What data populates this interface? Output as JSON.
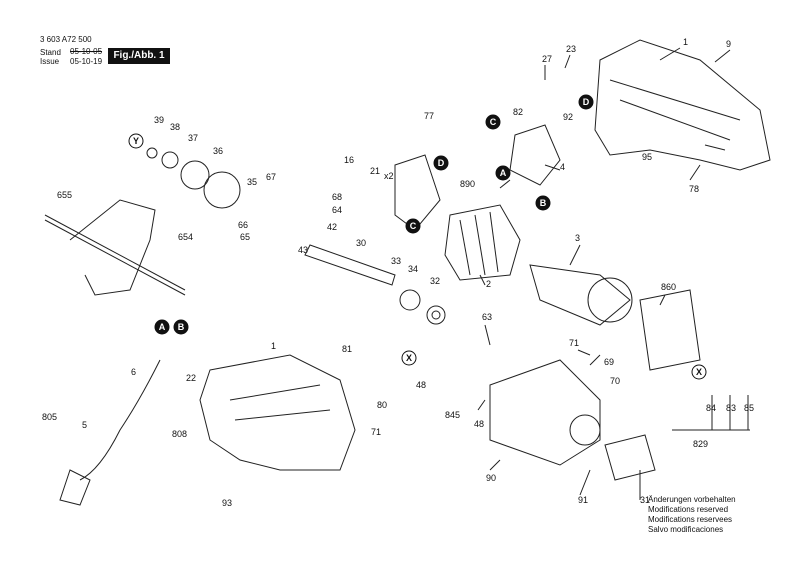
{
  "header": {
    "doc_number": "3 603 A72 500",
    "stand_label": "Stand",
    "issue_label": "Issue",
    "date_old": "05-10-05",
    "date_new": "05-10-19",
    "figure_label": "Fig./Abb. 1"
  },
  "labels": [
    "1",
    "9",
    "23",
    "27",
    "39",
    "38",
    "37",
    "36",
    "35",
    "82",
    "92",
    "77",
    "16",
    "21",
    "x2",
    "67",
    "66",
    "68",
    "64",
    "65",
    "42",
    "43",
    "30",
    "33",
    "34",
    "32",
    "95",
    "78",
    "4",
    "890",
    "655",
    "654",
    "3",
    "2",
    "860",
    "63",
    "69",
    "70",
    "71",
    "84",
    "83",
    "85",
    "829",
    "31",
    "91",
    "90",
    "48",
    "845",
    "6",
    "805",
    "5",
    "22",
    "808",
    "93",
    "81",
    "80",
    "1",
    "71",
    "48"
  ],
  "callouts": [
    "A",
    "B",
    "C",
    "D",
    "X",
    "Y"
  ],
  "notes": [
    "Änderungen vorbehalten",
    "Modifications reserved",
    "Modifications reservees",
    "Salvo modificaciones"
  ],
  "colors": {
    "callout_fill": "#111111",
    "line": "#222222",
    "label_bg": "#111111"
  }
}
